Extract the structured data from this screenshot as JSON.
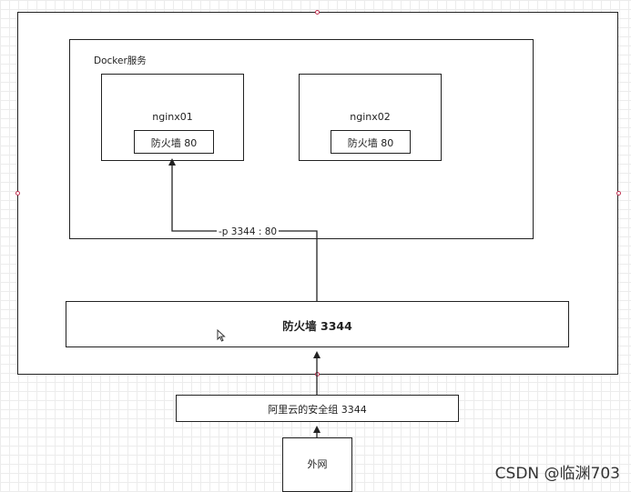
{
  "diagram": {
    "docker_service_label": "Docker服务",
    "nginx01": {
      "name": "nginx01",
      "firewall_label": "防火墙 80"
    },
    "nginx02": {
      "name": "nginx02",
      "firewall_label": "防火墙 80"
    },
    "port_mapping_label": "-p 3344 : 80",
    "host_firewall_label": "防火墙 3344",
    "aliyun_security_group_label": "阿里云的安全组 3344",
    "internet_label": "外网"
  },
  "watermark": "CSDN @临渊703",
  "colors": {
    "stroke": "#222222",
    "grid": "#ececec",
    "handle": "#c03050"
  }
}
